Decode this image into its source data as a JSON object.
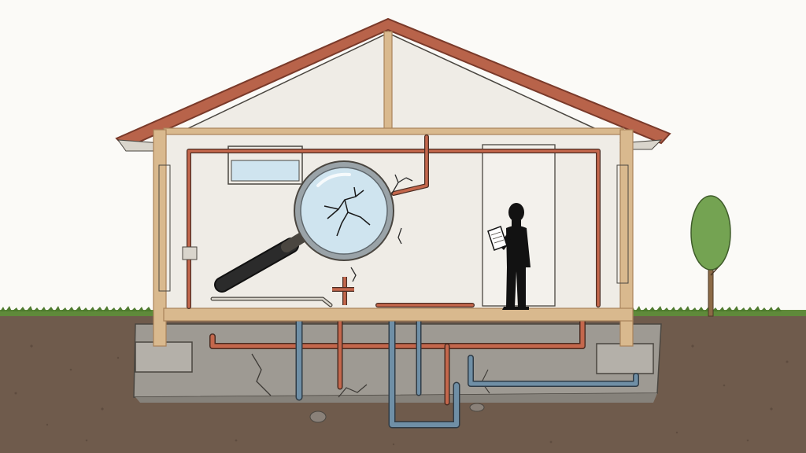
{
  "scene": {
    "description_free": true,
    "palette": {
      "sky": "#fbfaf7",
      "soil": "#6f5b4c",
      "soil_dark": "#5e4c3f",
      "grass": "#5f8a3a",
      "roof": "#b8634a",
      "roof_edge": "#7a3a2a",
      "wall_fill": "#efece6",
      "wood": "#d9b98e",
      "wood_dark": "#a98259",
      "concrete": "#9e9a93",
      "concrete_dark": "#86827b",
      "pipe_copper": "#c4674c",
      "pipe_blue": "#6f8fa6",
      "glass": "#cfe4ef",
      "lens_rim": "#9aa3a8",
      "handle": "#2b2b2b",
      "silhouette": "#121212",
      "tree_leaf": "#74a352",
      "tree_trunk": "#8c6a46"
    },
    "elements": {
      "house": "house",
      "magnifier": "magnifying-glass",
      "inspector": "inspector-silhouette",
      "tree": "tree",
      "foundation": "foundation-slab",
      "plumbing": "plumbing-pipes"
    }
  }
}
